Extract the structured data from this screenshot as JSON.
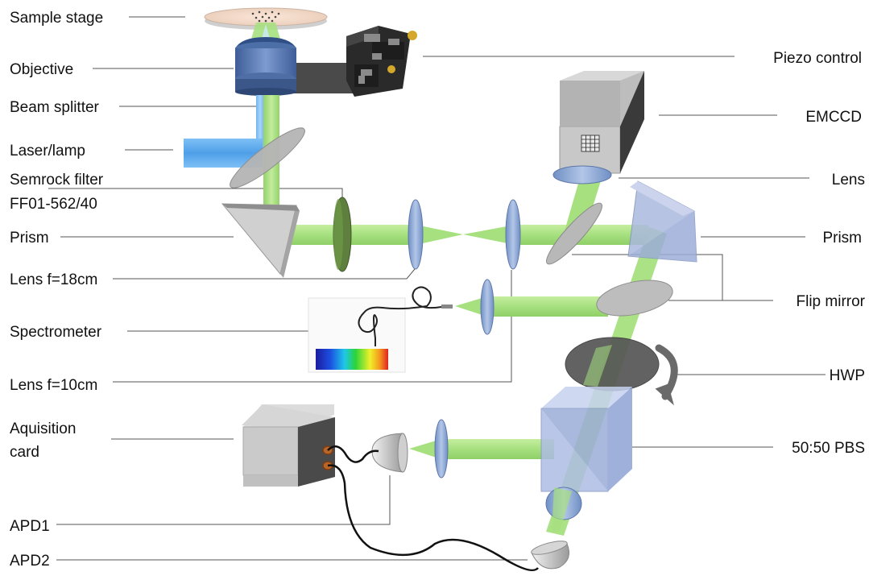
{
  "labels": {
    "sample_stage": "Sample stage",
    "objective": "Objective",
    "beam_splitter": "Beam splitter",
    "laser_lamp": "Laser/lamp",
    "semrock_filter_line1": "Semrock filter",
    "semrock_filter_line2": "FF01-562/40",
    "prism_left": "Prism",
    "lens_18": "Lens f=18cm",
    "spectrometer": "Spectrometer",
    "lens_10": "Lens f=10cm",
    "acquisition_line1": "Aquisition",
    "acquisition_line2": "card",
    "apd1": "APD1",
    "apd2": "APD2",
    "piezo_control": "Piezo control",
    "emccd": "EMCCD",
    "lens_right": "Lens",
    "prism_right": "Prism",
    "flip_mirror": "Flip mirror",
    "hwp": "HWP",
    "pbs": "50:50 PBS"
  },
  "colors": {
    "beam_green": "#a6e07f",
    "beam_blue": "#5aa8ec",
    "lens_blue": "#8fa9d6",
    "filter_green": "#5f7f3e",
    "mirror_gray": "#b8b8b8",
    "label_line": "#555555"
  }
}
